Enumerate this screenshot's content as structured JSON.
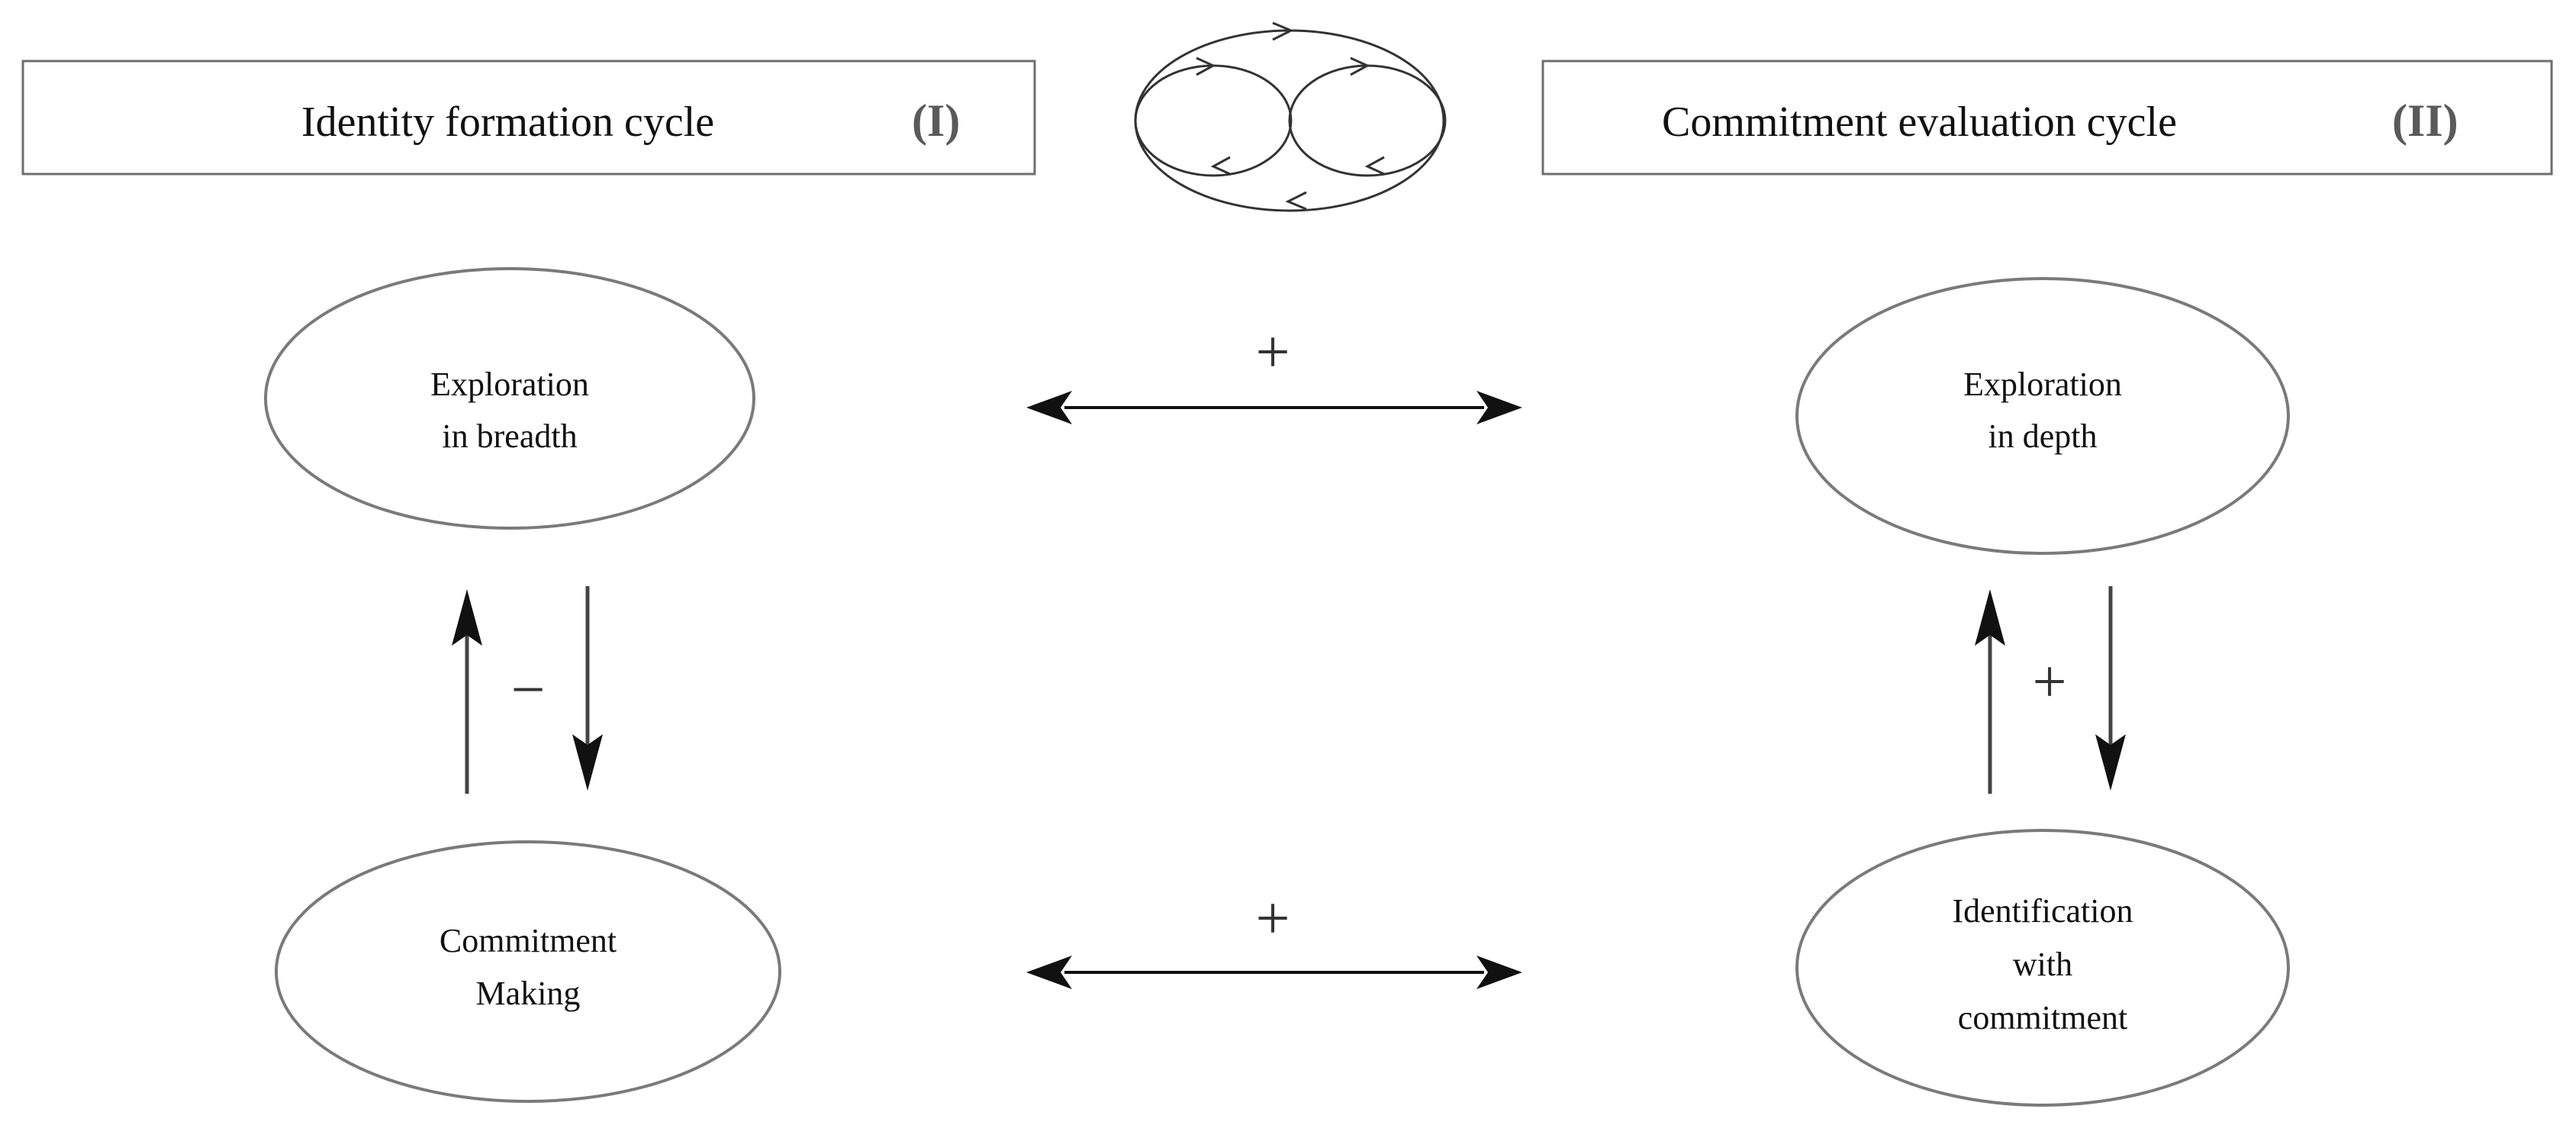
{
  "headers": {
    "left_title": "Identity formation cycle",
    "left_numeral": "(I)",
    "right_title": "Commitment evaluation cycle",
    "right_numeral": "(II)"
  },
  "nodes": {
    "exploration_breadth": [
      "Exploration",
      "in breadth"
    ],
    "commitment_making": [
      "Commitment",
      "Making"
    ],
    "exploration_depth": [
      "Exploration",
      "in depth"
    ],
    "identification_commitment": [
      "Identification",
      "with",
      "commitment"
    ]
  },
  "signs": {
    "top_link": "+",
    "bottom_link": "+",
    "left_cycle": "−",
    "right_cycle": "+"
  },
  "colors": {
    "stroke": "#7a7a7a",
    "arrow": "#111111",
    "numeral": "#5a5a5a"
  }
}
